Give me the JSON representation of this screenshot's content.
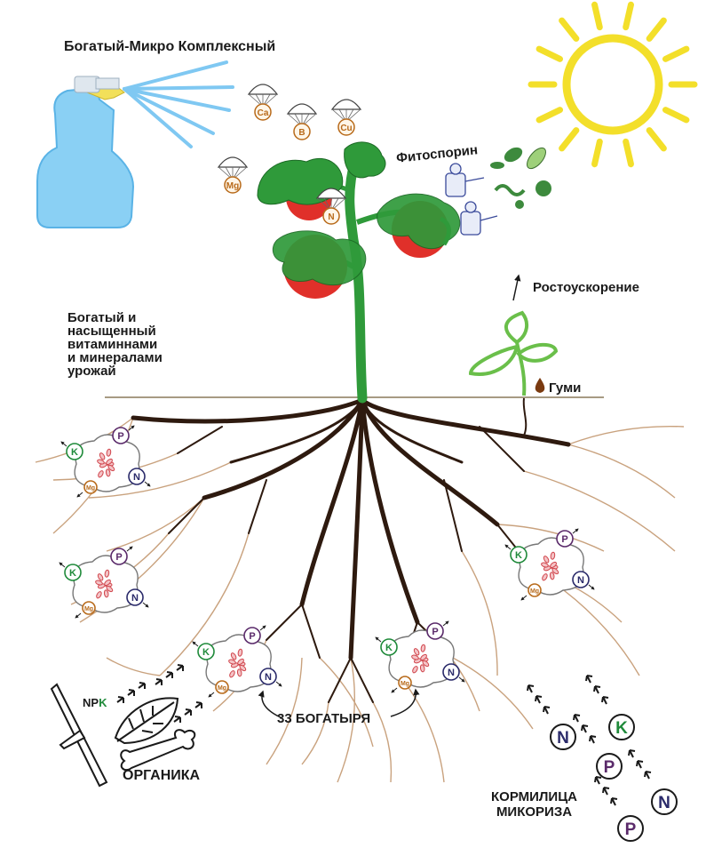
{
  "title": "Богатый-Микро Комплексный",
  "fitosporin_label": "Фитоспорин",
  "growth_label": "Ростоускорение",
  "harvest_lines": [
    "Богатый и",
    "насыщенный",
    "витаминнами",
    "и минералами",
    "урожай"
  ],
  "humi_label": "Гуми",
  "bogatyrya_label": "33 БОГАТЫРЯ",
  "organics_label": "ОРГАНИКА",
  "npk_label": {
    "np": "NP",
    "k": "K"
  },
  "mycorrhiza_lines": [
    "КОРМИЛИЦА",
    "МИКОРИЗА"
  ],
  "parachute_elements": [
    "Ca",
    "B",
    "Cu",
    "Mg",
    "N"
  ],
  "nutrient_cluster_labels": [
    "K",
    "P",
    "N",
    "Mg"
  ],
  "mycorrhiza_nutrients": [
    "N",
    "K",
    "P",
    "N",
    "P"
  ],
  "colors": {
    "root_dark": "#2e1a0f",
    "root_light": "#c9a27e",
    "leaf_green": "#2f9a3a",
    "tomato_red": "#e0302a",
    "sun_yellow": "#f3df2a",
    "spray_blue": "#7fc8f2",
    "soil_line": "#8a7a5a"
  },
  "icons": [
    "spray-bottle-icon",
    "sun-icon",
    "parachute-icon",
    "bacteria-icon",
    "sprout-icon",
    "leaf-icon",
    "bone-icon",
    "branch-icon"
  ]
}
